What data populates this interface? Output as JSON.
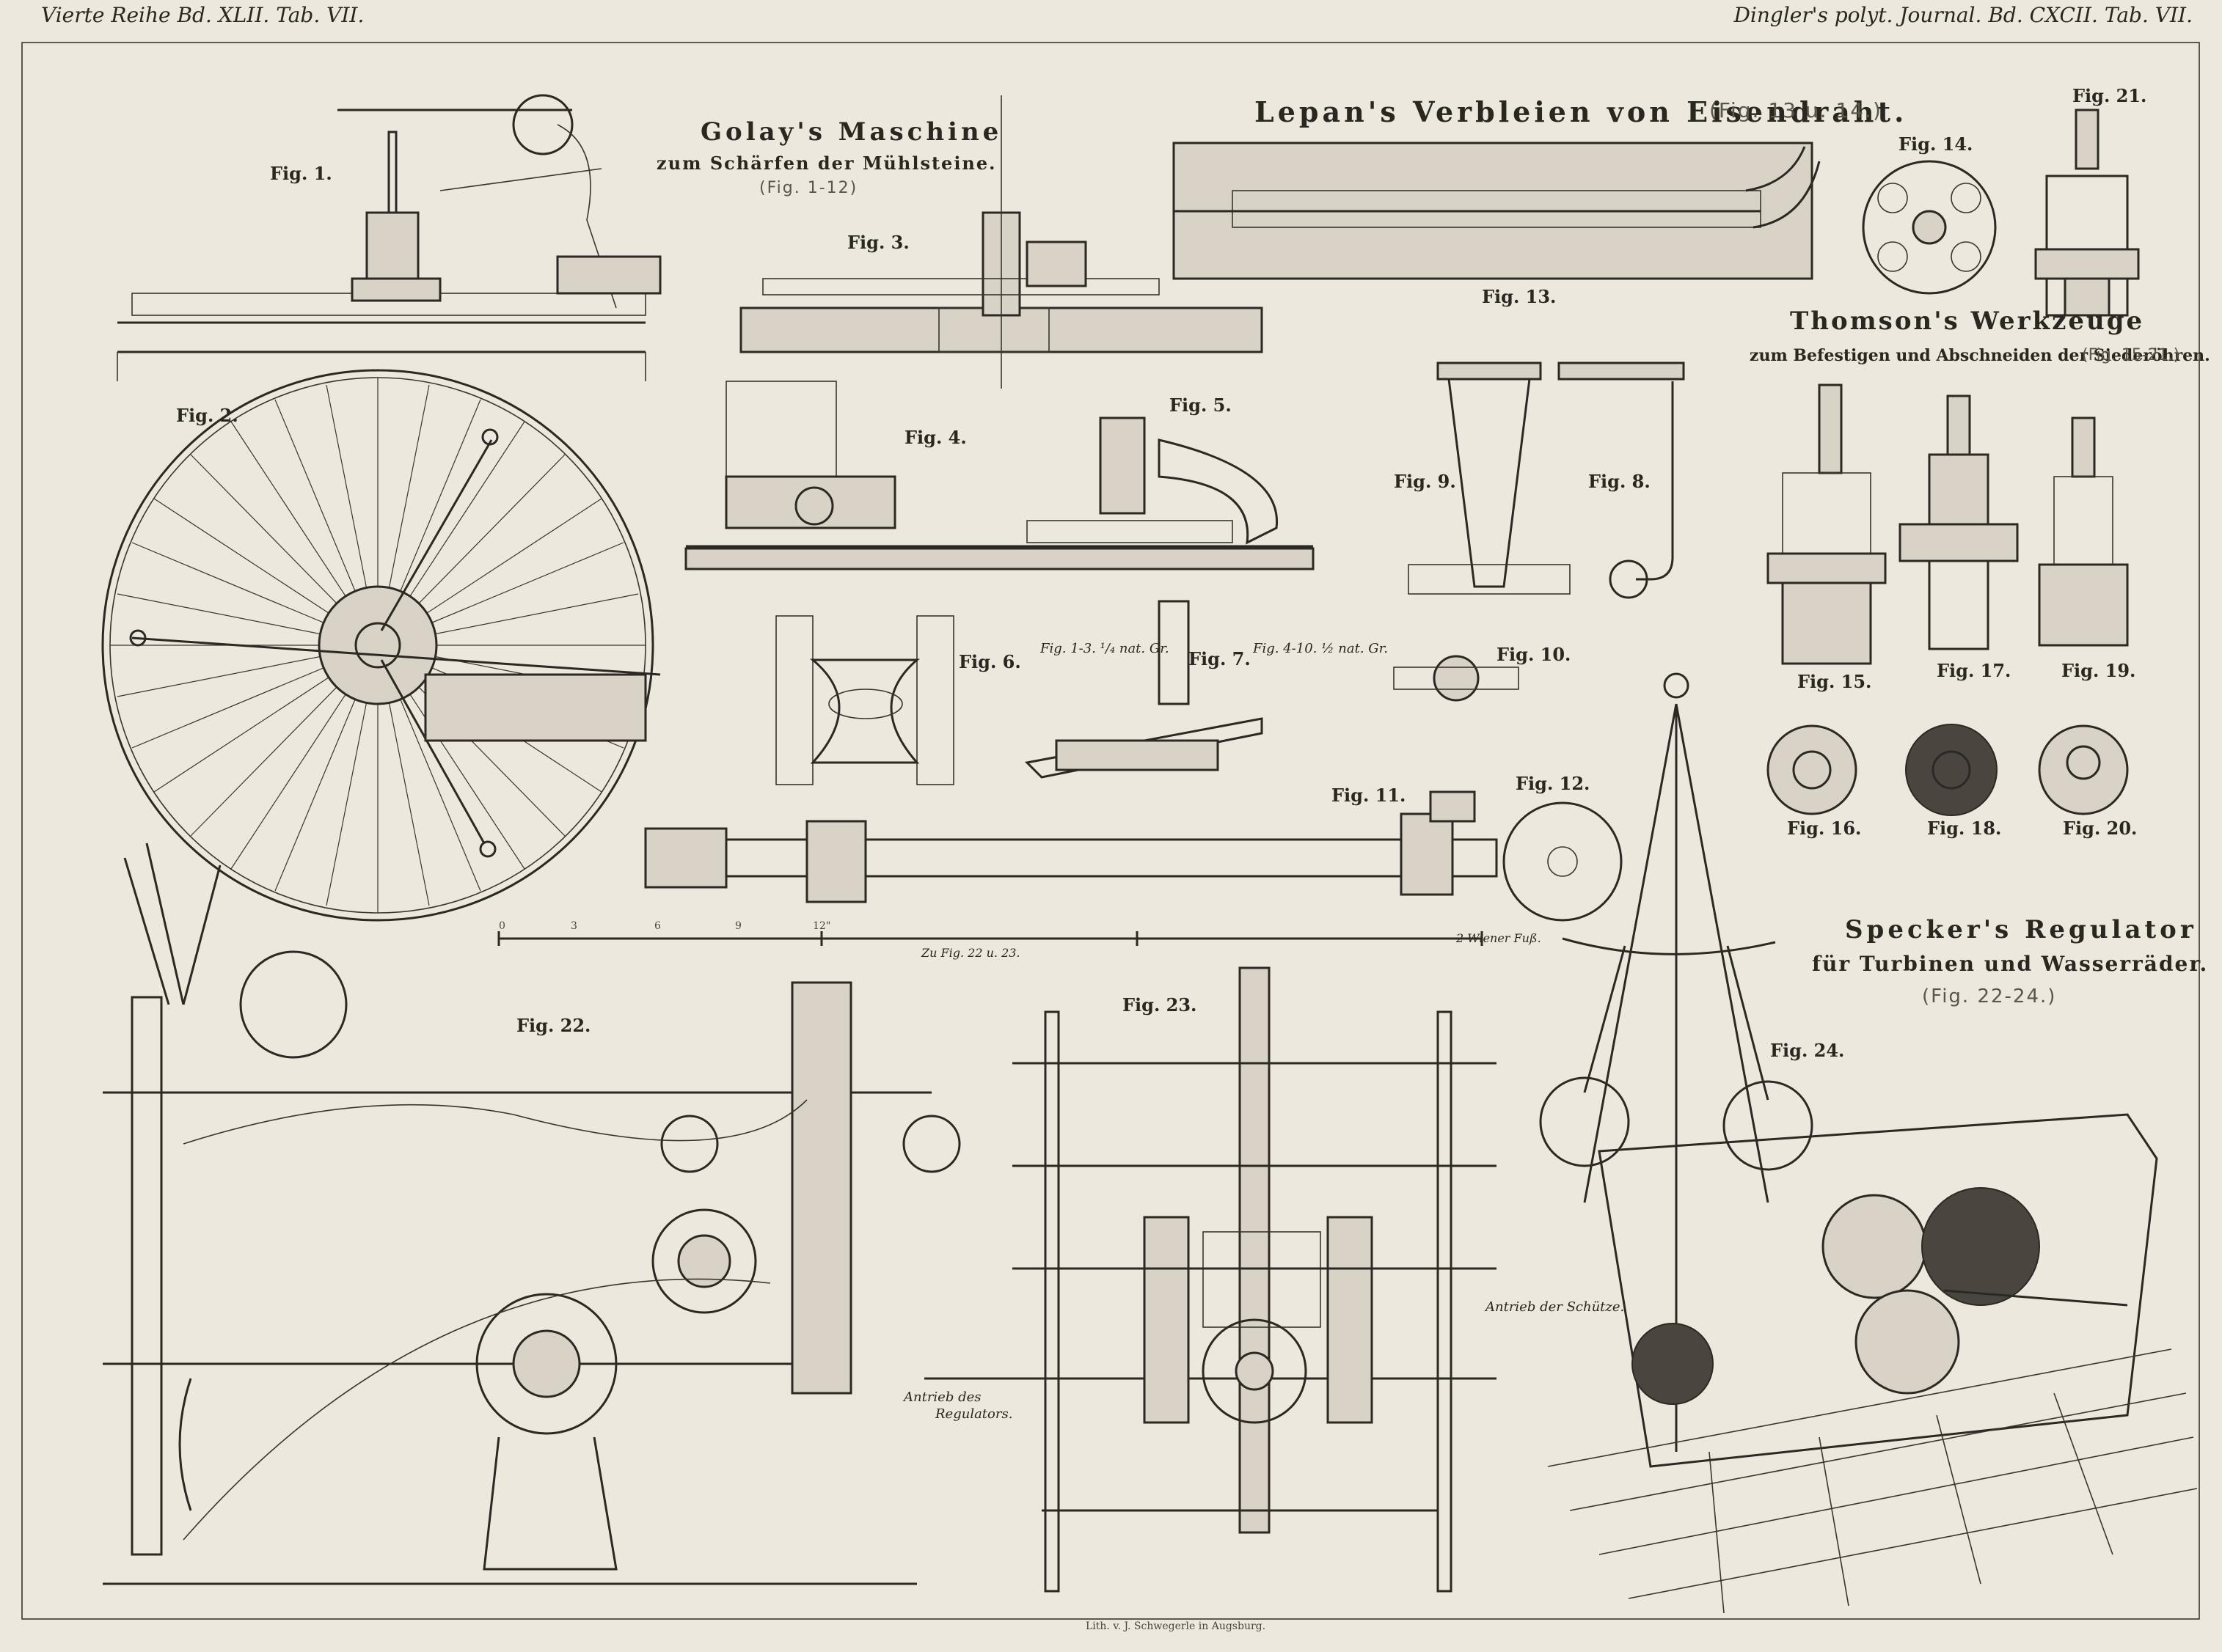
{
  "header": {
    "left": "Vierte Reihe Bd. XLII. Tab. VII.",
    "right": "Dingler's polyt. Journal. Bd. CXCII. Tab. VII."
  },
  "sections": {
    "golay": {
      "title": "Golay's Maschine",
      "subtitle": "zum Schärfen der Mühlsteine.",
      "ref": "(Fig. 1-12)"
    },
    "lepan": {
      "title": "Lepan's Verbleien von Eisendraht.",
      "ref": "(Fig. 13 u. 14.)"
    },
    "thomson": {
      "title": "Thomson's Werkzeuge",
      "subtitle": "zum Befestigen und Abschneiden der Siederöhren.",
      "ref": "(Fig. 15-21.)"
    },
    "specker": {
      "title": "Specker's Regulator",
      "subtitle": "für Turbinen und Wasserräder.",
      "ref": "(Fig. 22-24.)"
    }
  },
  "figures": {
    "f1": "Fig. 1.",
    "f2": "Fig. 2.",
    "f3": "Fig. 3.",
    "f4": "Fig. 4.",
    "f5": "Fig. 5.",
    "f6": "Fig. 6.",
    "f7": "Fig. 7.",
    "f8": "Fig. 8.",
    "f9": "Fig. 9.",
    "f10": "Fig. 10.",
    "f11": "Fig. 11.",
    "f12": "Fig. 12.",
    "f13": "Fig. 13.",
    "f14": "Fig. 14.",
    "f15": "Fig. 15.",
    "f16": "Fig. 16.",
    "f17": "Fig. 17.",
    "f18": "Fig. 18.",
    "f19": "Fig. 19.",
    "f20": "Fig. 20.",
    "f21": "Fig. 21.",
    "f22": "Fig. 22.",
    "f23": "Fig. 23.",
    "f24": "Fig. 24."
  },
  "notes": {
    "scale_a": "Fig. 1-3. ¹/₄ nat. Gr.",
    "scale_b": "Fig. 4-10. ½ nat. Gr.",
    "scale_ref": "Zu Fig. 22 u. 23.",
    "scale_unit": "2 Wiener Fuß.",
    "antrieb_schuetze": "Antrieb der Schütze.",
    "antrieb_regulators_1": "Antrieb des",
    "antrieb_regulators_2": "Regulators.",
    "lithographer": "Lith. v. J. Schwegerle in Augsburg."
  },
  "scale_ticks": [
    "0",
    "3",
    "6",
    "9",
    "12\""
  ]
}
